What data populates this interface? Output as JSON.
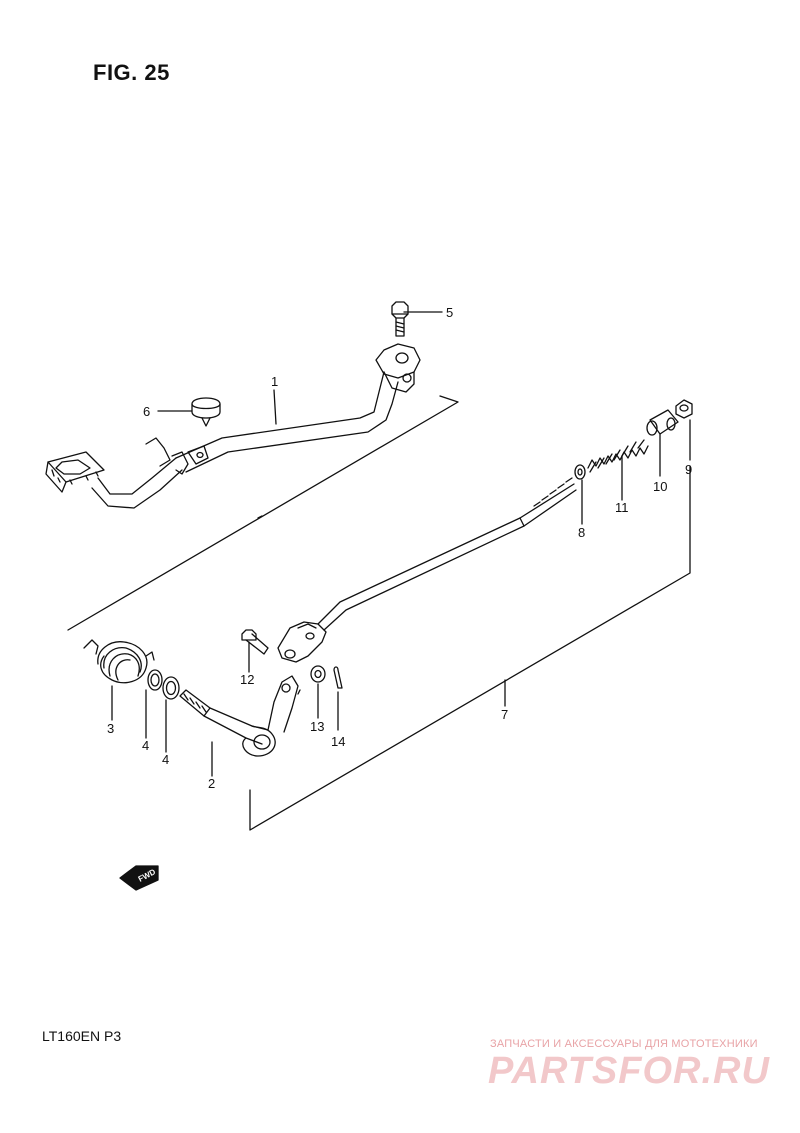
{
  "figure": {
    "title": "FIG. 25",
    "model_code": "LT160EN  P3"
  },
  "watermark": {
    "line1": "ЗАПЧАСТИ И АКСЕССУАРЫ ДЛЯ МОТОТЕХНИКИ",
    "line2": "PARTSFOR.RU"
  },
  "fwd_arrow": {
    "label": "FWD"
  },
  "callouts": {
    "c1": "1",
    "c2": "2",
    "c3": "3",
    "c4a": "4",
    "c4b": "4",
    "c5": "5",
    "c6": "6",
    "c7": "7",
    "c8": "8",
    "c9": "9",
    "c10": "10",
    "c11": "11",
    "c12": "12",
    "c13": "13",
    "c14": "14"
  },
  "colors": {
    "line": "#111111",
    "watermark": "#e8a3a6"
  }
}
